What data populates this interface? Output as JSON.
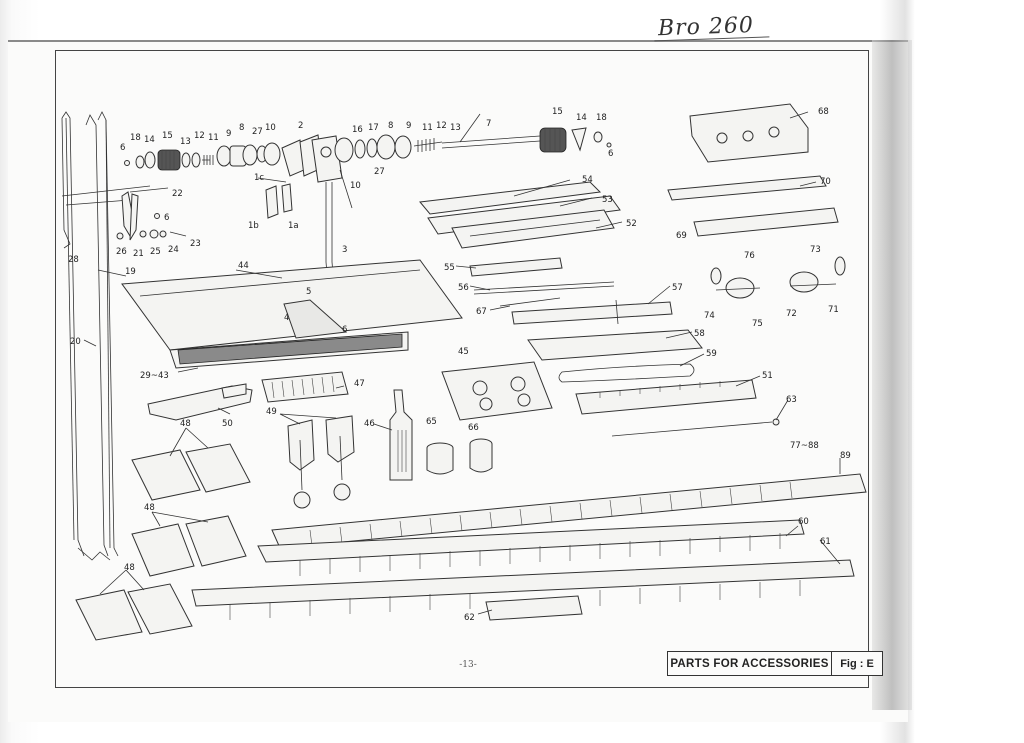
{
  "header": {
    "handwritten_note": "Bro 260"
  },
  "footer": {
    "page_number": "-13-"
  },
  "caption": {
    "title": "PARTS FOR ACCESSORIES",
    "figure": "Fig : E"
  },
  "callouts": [
    {
      "id": "c28",
      "text": "28"
    },
    {
      "id": "c20",
      "text": "20"
    },
    {
      "id": "c19",
      "text": "19"
    },
    {
      "id": "c22",
      "text": "22"
    },
    {
      "id": "c26",
      "text": "26"
    },
    {
      "id": "c21",
      "text": "21"
    },
    {
      "id": "c25",
      "text": "25"
    },
    {
      "id": "c24",
      "text": "24"
    },
    {
      "id": "c23",
      "text": "23"
    },
    {
      "id": "c6a",
      "text": "6"
    },
    {
      "id": "c6b",
      "text": "6"
    },
    {
      "id": "c6c",
      "text": "6"
    },
    {
      "id": "c6d",
      "text": "6"
    },
    {
      "id": "c18a",
      "text": "18"
    },
    {
      "id": "c14a",
      "text": "14"
    },
    {
      "id": "c15a",
      "text": "15"
    },
    {
      "id": "c13a",
      "text": "13"
    },
    {
      "id": "c12a",
      "text": "12"
    },
    {
      "id": "c11a",
      "text": "11"
    },
    {
      "id": "c9a",
      "text": "9"
    },
    {
      "id": "c8a",
      "text": "8"
    },
    {
      "id": "c27a",
      "text": "27"
    },
    {
      "id": "c10a",
      "text": "10"
    },
    {
      "id": "c2",
      "text": "2"
    },
    {
      "id": "c16",
      "text": "16"
    },
    {
      "id": "c17",
      "text": "17"
    },
    {
      "id": "c8b",
      "text": "8"
    },
    {
      "id": "c9b",
      "text": "9"
    },
    {
      "id": "c11b",
      "text": "11"
    },
    {
      "id": "c12b",
      "text": "12"
    },
    {
      "id": "c13b",
      "text": "13"
    },
    {
      "id": "c7",
      "text": "7"
    },
    {
      "id": "c15b",
      "text": "15"
    },
    {
      "id": "c14b",
      "text": "14"
    },
    {
      "id": "c18b",
      "text": "18"
    },
    {
      "id": "c10b",
      "text": "10"
    },
    {
      "id": "c27b",
      "text": "27"
    },
    {
      "id": "c1c",
      "text": "1c"
    },
    {
      "id": "c1b",
      "text": "1b"
    },
    {
      "id": "c1a",
      "text": "1a"
    },
    {
      "id": "c3",
      "text": "3"
    },
    {
      "id": "c44",
      "text": "44"
    },
    {
      "id": "c5",
      "text": "5"
    },
    {
      "id": "c4",
      "text": "4"
    },
    {
      "id": "c2943",
      "text": "29~43"
    },
    {
      "id": "c47",
      "text": "47"
    },
    {
      "id": "c50",
      "text": "50"
    },
    {
      "id": "c49",
      "text": "49"
    },
    {
      "id": "c46",
      "text": "46"
    },
    {
      "id": "c65",
      "text": "65"
    },
    {
      "id": "c66",
      "text": "66"
    },
    {
      "id": "c48a",
      "text": "48"
    },
    {
      "id": "c48b",
      "text": "48"
    },
    {
      "id": "c48c",
      "text": "48"
    },
    {
      "id": "c45",
      "text": "45"
    },
    {
      "id": "c54",
      "text": "54"
    },
    {
      "id": "c53",
      "text": "53"
    },
    {
      "id": "c52",
      "text": "52"
    },
    {
      "id": "c55",
      "text": "55"
    },
    {
      "id": "c56",
      "text": "56"
    },
    {
      "id": "c67",
      "text": "67"
    },
    {
      "id": "c57",
      "text": "57"
    },
    {
      "id": "c58",
      "text": "58"
    },
    {
      "id": "c59",
      "text": "59"
    },
    {
      "id": "c51",
      "text": "51"
    },
    {
      "id": "c63",
      "text": "63"
    },
    {
      "id": "c68",
      "text": "68"
    },
    {
      "id": "c70",
      "text": "70"
    },
    {
      "id": "c69",
      "text": "69"
    },
    {
      "id": "c73",
      "text": "73"
    },
    {
      "id": "c76",
      "text": "76"
    },
    {
      "id": "c74",
      "text": "74"
    },
    {
      "id": "c75",
      "text": "75"
    },
    {
      "id": "c72",
      "text": "72"
    },
    {
      "id": "c71",
      "text": "71"
    },
    {
      "id": "c7788",
      "text": "77~88"
    },
    {
      "id": "c89",
      "text": "89"
    },
    {
      "id": "c60",
      "text": "60"
    },
    {
      "id": "c61",
      "text": "61"
    },
    {
      "id": "c62",
      "text": "62"
    }
  ]
}
